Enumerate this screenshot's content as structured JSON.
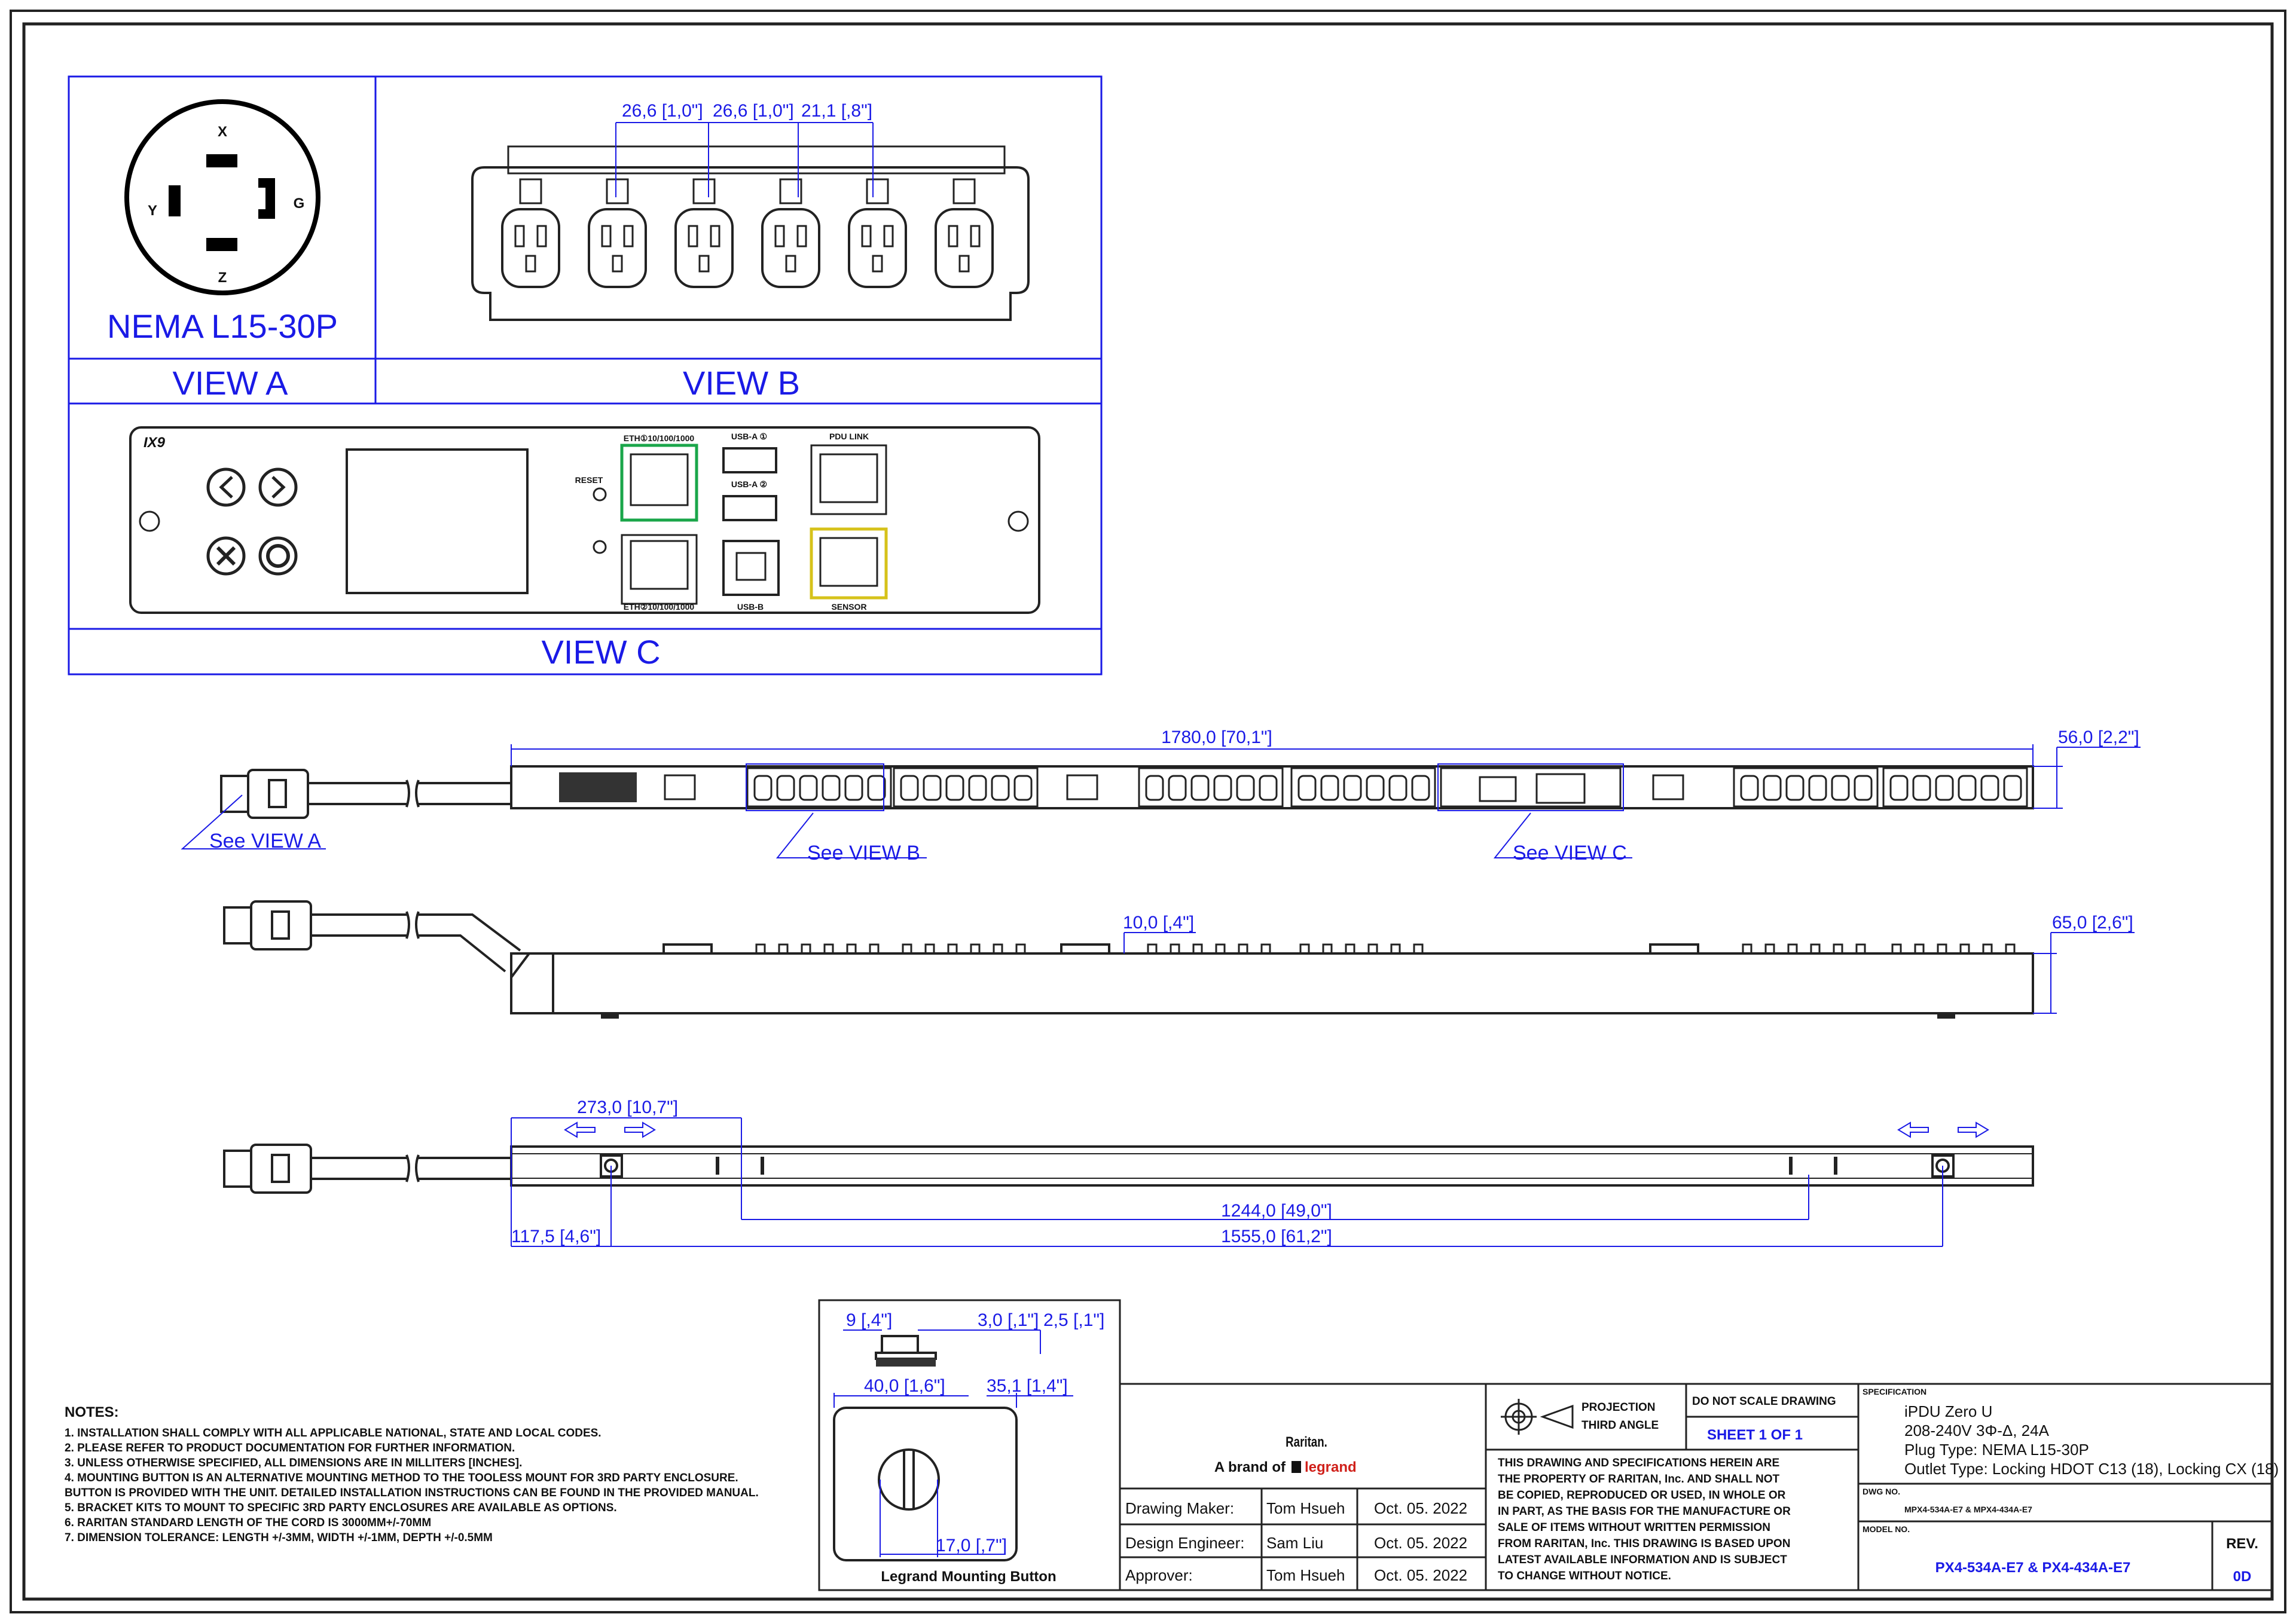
{
  "views": {
    "a_plug_label": "NEMA L15-30P",
    "a_title": "VIEW A",
    "b_title": "VIEW B",
    "c_title": "VIEW C",
    "pins": {
      "x": "X",
      "y": "Y",
      "z": "Z",
      "g": "G"
    },
    "b_dims": [
      "26,6 [1,0\"]",
      "26,6 [1,0\"]",
      "21,1 [,8\"]"
    ]
  },
  "panel": {
    "brand": "IX9",
    "reset": "RESET",
    "eth1": "ETH①10/100/1000",
    "eth2": "ETH②10/100/1000",
    "usb_a1": "USB-A ①",
    "usb_a2": "USB-A ②",
    "usb_b": "USB-B",
    "pdu_link": "PDU LINK",
    "sensor": "SENSOR"
  },
  "dims": {
    "length": "1780,0 [70,1\"]",
    "width": "56,0 [2,2\"]",
    "gap": "10,0 [,4\"]",
    "depth": "65,0 [2,6\"]",
    "d273": "273,0 [10,7\"]",
    "d1244": "1244,0 [49,0\"]",
    "d1175": "117,5 [4,6\"]",
    "d1555": "1555,0 [61,2\"]",
    "see_a": "See VIEW A",
    "see_b": "See VIEW B",
    "see_c": "See VIEW C"
  },
  "button": {
    "d9": "9 [,4\"]",
    "d3": "3,0 [,1\"]",
    "d25": "2,5 [,1\"]",
    "d40": "40,0 [1,6\"]",
    "d35": "35,1 [1,4\"]",
    "d17": "17,0 [,7\"]",
    "caption": "Legrand Mounting Button"
  },
  "notes": {
    "title": "NOTES:",
    "lines": [
      "1. INSTALLATION SHALL COMPLY WITH ALL APPLICABLE NATIONAL, STATE AND LOCAL CODES.",
      "2. PLEASE REFER TO PRODUCT DOCUMENTATION FOR FURTHER INFORMATION.",
      "3. UNLESS OTHERWISE SPECIFIED, ALL DIMENSIONS ARE IN MILLITERS [INCHES].",
      "4. MOUNTING BUTTON IS AN ALTERNATIVE MOUNTING METHOD TO THE TOOLESS MOUNT FOR 3RD PARTY ENCLOSURE.",
      "    BUTTON IS PROVIDED WITH THE UNIT. DETAILED INSTALLATION INSTRUCTIONS CAN BE FOUND IN THE PROVIDED MANUAL.",
      "5. BRACKET KITS TO MOUNT TO SPECIFIC 3RD PARTY ENCLOSURES ARE AVAILABLE AS OPTIONS.",
      "6. RARITAN STANDARD LENGTH OF THE CORD IS 3000MM+/-70MM",
      "7. DIMENSION TOLERANCE: LENGTH +/-3MM, WIDTH +/-1MM, DEPTH +/-0.5MM"
    ]
  },
  "title_block": {
    "logo": "Raritan.",
    "brand_line": "A brand of",
    "brand_name": "legrand",
    "roles": [
      {
        "role": "Drawing Maker:",
        "name": "Tom Hsueh",
        "date": "Oct. 05. 2022"
      },
      {
        "role": "Design Engineer:",
        "name": "Sam Liu",
        "date": "Oct. 05. 2022"
      },
      {
        "role": "Approver:",
        "name": "Tom Hsueh",
        "date": "Oct. 05. 2022"
      }
    ],
    "projection_1": "PROJECTION",
    "projection_2": "THIRD ANGLE",
    "no_scale": "DO NOT SCALE DRAWING",
    "sheet": "SHEET 1 OF 1",
    "disclaimer": [
      "THIS DRAWING AND SPECIFICATIONS HEREIN ARE",
      "THE PROPERTY OF RARITAN, Inc. AND SHALL NOT",
      "BE COPIED, REPRODUCED OR USED, IN WHOLE OR",
      "IN PART, AS THE BASIS FOR THE MANUFACTURE OR",
      "SALE OF ITEMS WITHOUT WRITTEN PERMISSION",
      "FROM RARITAN, Inc. THIS DRAWING IS BASED UPON",
      "LATEST AVAILABLE INFORMATION AND IS SUBJECT",
      "TO CHANGE WITHOUT NOTICE."
    ],
    "spec_label": "SPECIFICATION",
    "spec_lines": [
      "iPDU Zero U",
      "208-240V 3Φ-Δ, 24A",
      "Plug Type: NEMA L15-30P",
      "Outlet Type: Locking HDOT C13 (18), Locking CX (18)"
    ],
    "dwg_label": "DWG NO.",
    "dwg_no": "MPX4-534A-E7 & MPX4-434A-E7",
    "model_label": "MODEL NO.",
    "model_no": "PX4-534A-E7 & PX4-434A-E7",
    "rev_label": "REV.",
    "rev": "0D"
  }
}
